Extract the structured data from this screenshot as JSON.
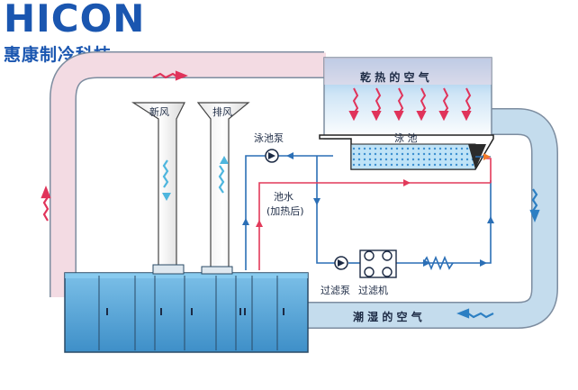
{
  "logo": {
    "brand": "HICON",
    "subtitle": "惠康制冷科技"
  },
  "labels": {
    "dry_hot_air": "乾 热 的 空 气",
    "fresh_air": "新风",
    "exhaust_air": "排风",
    "pool_pump": "泳池泵",
    "pool": "泳 池",
    "pool_water": "池水",
    "heated": "(加热后)",
    "filter_pump": "过滤泵",
    "filter": "过滤机",
    "humid_air": "潮 湿 的 空 气"
  },
  "colors": {
    "warm_duct": "#f3dbe3",
    "cool_duct": "#c4dced",
    "pipe": "#2b6fb6",
    "hot_pipe": "#e23a5a",
    "unit": "#5aa5d6",
    "arrow_red": "#e0335a",
    "arrow_blue": "#2c7fc3",
    "brand": "#1a56b0"
  }
}
